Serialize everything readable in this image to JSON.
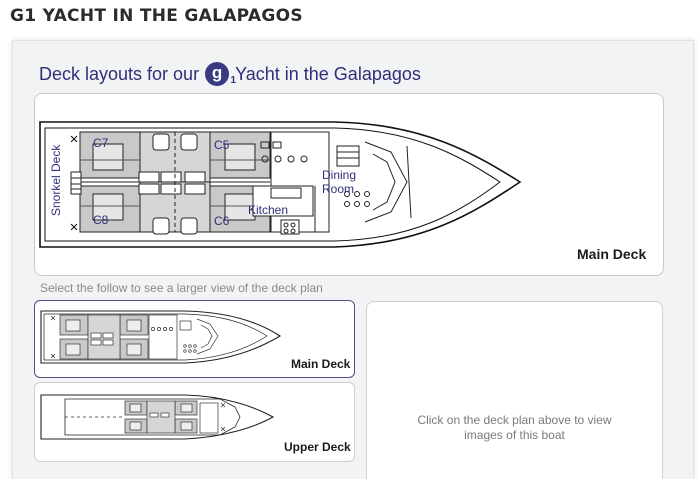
{
  "page": {
    "title": "G1 YACHT IN THE GALAPAGOS"
  },
  "section": {
    "heading_prefix": "Deck layouts for our",
    "logo_letter": "g",
    "logo_subscript": "1",
    "heading_suffix": "Yacht in the Galapagos"
  },
  "main_plan": {
    "deck_label": "Main Deck",
    "labels": {
      "snorkel_deck": "Snorkel Deck",
      "c7": "C7",
      "c8": "C8",
      "c5": "C5",
      "c6": "C6",
      "kitchen": "Kitchen",
      "dining_line1": "Dining",
      "dining_line2": "Room"
    },
    "label_color": "#2f2f7a"
  },
  "hint": "Select the follow to see a larger view of the deck plan",
  "thumbnails": [
    {
      "label": "Main Deck",
      "active": true
    },
    {
      "label": "Upper Deck",
      "active": false
    }
  ],
  "viewer": {
    "message_line1": "Click on the deck plan above to view",
    "message_line2": "images of this boat"
  }
}
